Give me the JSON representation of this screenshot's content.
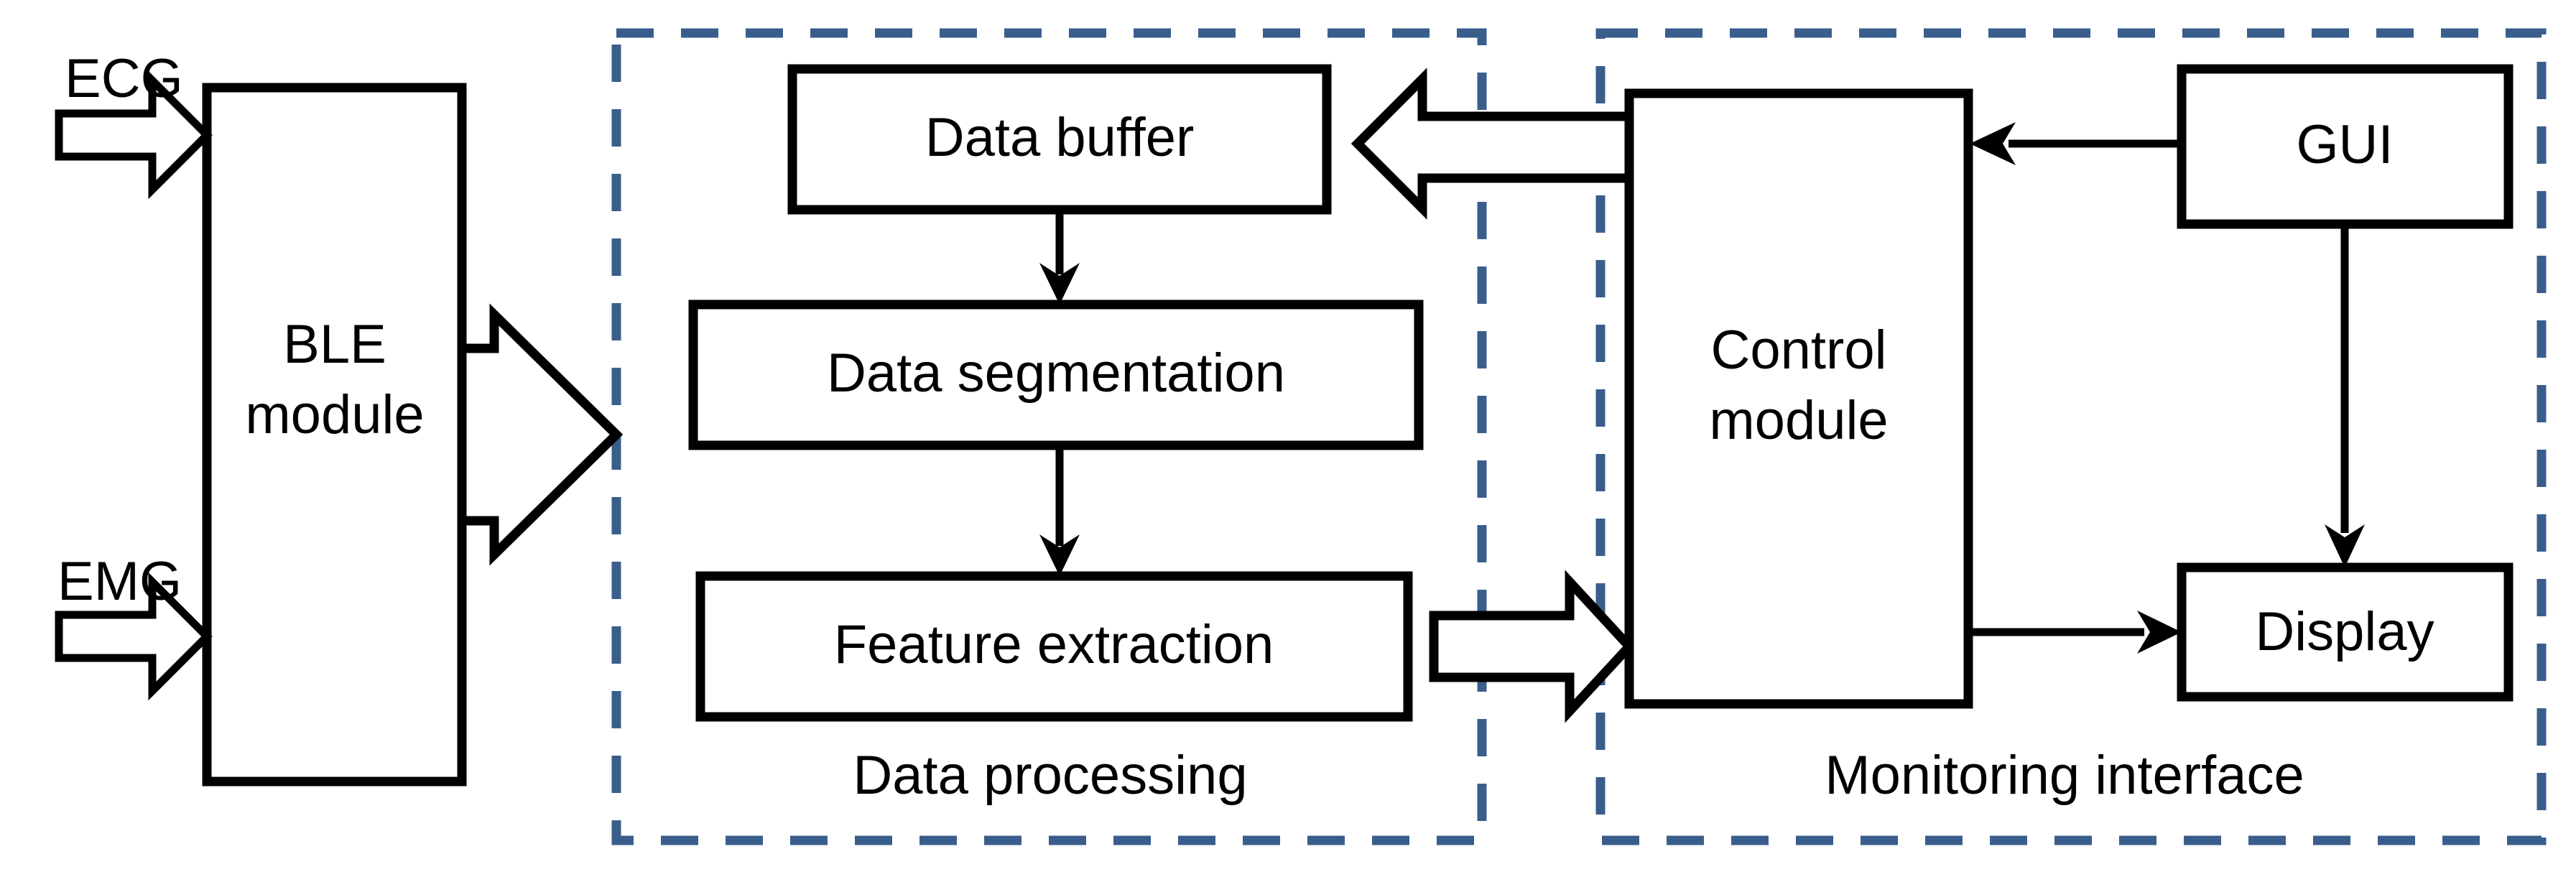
{
  "diagram": {
    "title": "Wearable physiological monitoring system block diagram",
    "colors": {
      "stroke": "#000000",
      "dashed_group_border": "#3A5E8C",
      "background": "#FFFFFF"
    },
    "signals": [
      {
        "id": "ecg",
        "label": "ECG"
      },
      {
        "id": "emg",
        "label": "EMG"
      }
    ],
    "blocks": [
      {
        "id": "ble-module",
        "label": "BLE\nmodule",
        "line1": "BLE",
        "line2": "module"
      },
      {
        "id": "data-buffer",
        "label": "Data buffer"
      },
      {
        "id": "data-segmentation",
        "label": "Data segmentation"
      },
      {
        "id": "feature-extraction",
        "label": "Feature extraction"
      },
      {
        "id": "control-module",
        "label": "Control\nmodule",
        "line1": "Control",
        "line2": "module"
      },
      {
        "id": "gui",
        "label": "GUI"
      },
      {
        "id": "display",
        "label": "Display"
      }
    ],
    "groups": [
      {
        "id": "data-processing",
        "label": "Data processing"
      },
      {
        "id": "monitoring-interface",
        "label": "Monitoring interface"
      }
    ],
    "connections": [
      {
        "from": "ecg",
        "to": "ble-module",
        "style": "block-arrow"
      },
      {
        "from": "emg",
        "to": "ble-module",
        "style": "block-arrow"
      },
      {
        "from": "ble-module",
        "to": "data-processing",
        "style": "block-arrow"
      },
      {
        "from": "data-buffer",
        "to": "data-segmentation",
        "style": "line-arrow"
      },
      {
        "from": "data-segmentation",
        "to": "feature-extraction",
        "style": "line-arrow"
      },
      {
        "from": "feature-extraction",
        "to": "control-module",
        "style": "block-arrow"
      },
      {
        "from": "control-module",
        "to": "data-buffer",
        "style": "block-arrow"
      },
      {
        "from": "gui",
        "to": "control-module",
        "style": "line-arrow"
      },
      {
        "from": "gui",
        "to": "display",
        "style": "line-arrow"
      },
      {
        "from": "control-module",
        "to": "display",
        "style": "line-arrow"
      }
    ]
  }
}
